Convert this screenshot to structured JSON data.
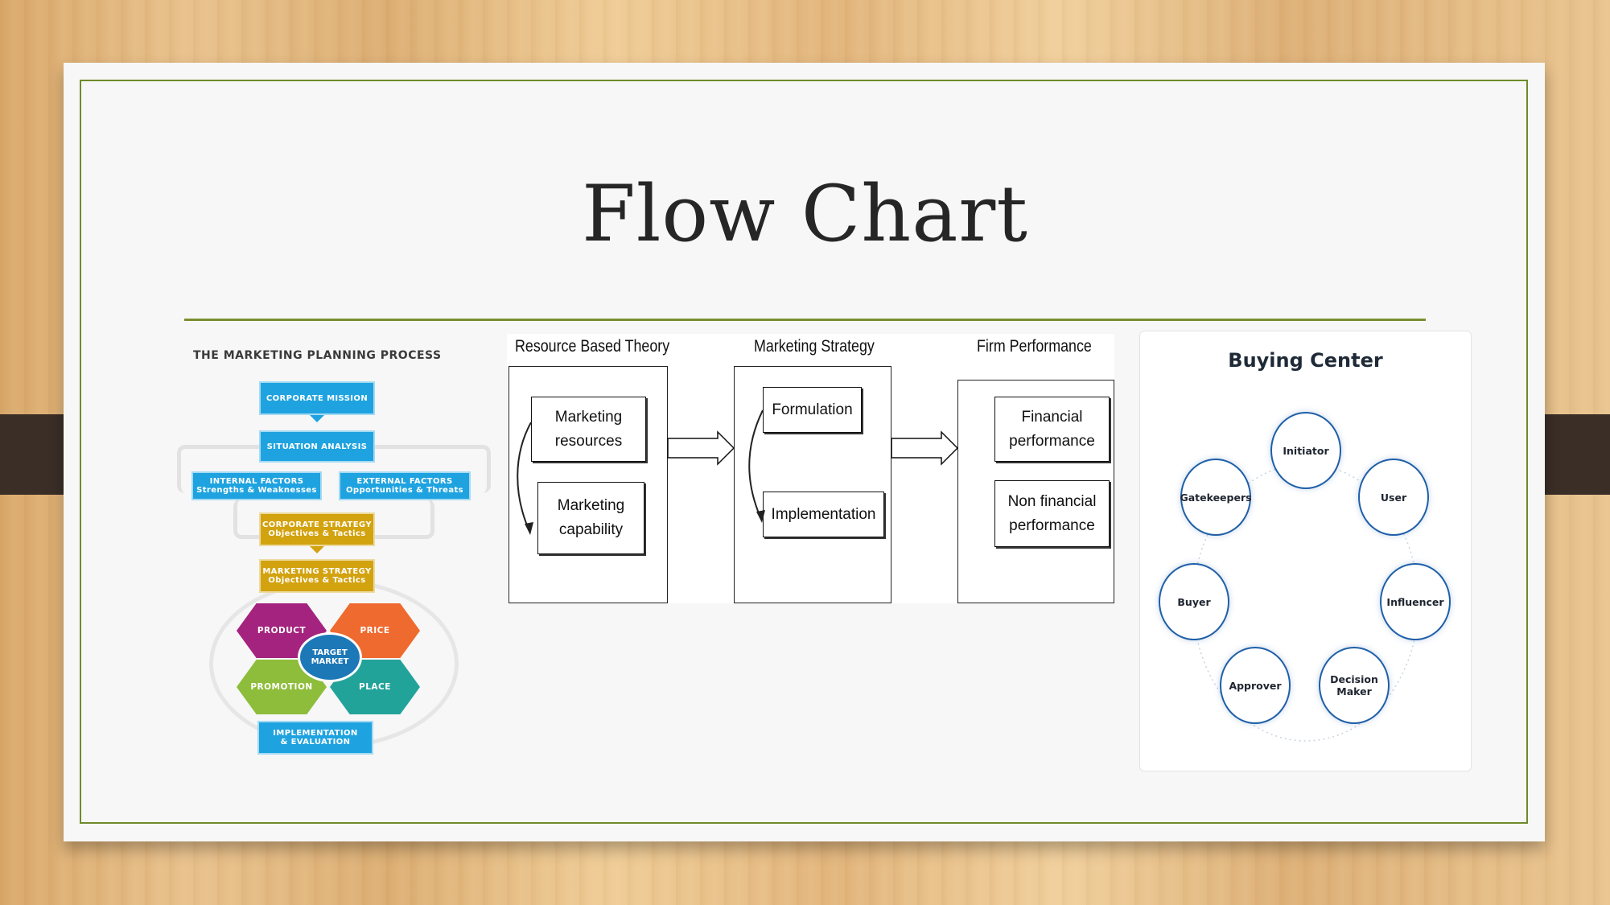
{
  "title": "Flow Chart",
  "planning_process": {
    "heading": "THE MARKETING PLANNING PROCESS",
    "corporate_mission": "CORPORATE MISSION",
    "situation_analysis": "SITUATION ANALYSIS",
    "internal_factors": "INTERNAL FACTORS",
    "internal_sub": "Strengths & Weaknesses",
    "external_factors": "EXTERNAL FACTORS",
    "external_sub": "Opportunities & Threats",
    "corporate_strategy": "CORPORATE STRATEGY",
    "corporate_strategy_sub": "Objectives & Tactics",
    "marketing_strategy": "MARKETING STRATEGY",
    "marketing_strategy_sub": "Objectives & Tactics",
    "product": "PRODUCT",
    "price": "PRICE",
    "promotion": "PROMOTION",
    "place": "PLACE",
    "target_market_1": "TARGET",
    "target_market_2": "MARKET",
    "implementation_1": "IMPLEMENTATION",
    "implementation_2": "& EVALUATION",
    "colors": {
      "blue": "#1fa3e0",
      "gold": "#d3a20f",
      "product": "#a4237e",
      "price": "#ef6a2e",
      "promotion": "#8dbd3b",
      "place": "#22a39a",
      "target": "#1d78b7"
    }
  },
  "resource_diagram": {
    "col1_head": "Resource Based Theory",
    "col2_head": "Marketing Strategy",
    "col3_head": "Firm Performance",
    "marketing_resources_1": "Marketing",
    "marketing_resources_2": "resources",
    "marketing_capability_1": "Marketing",
    "marketing_capability_2": "capability",
    "formulation": "Formulation",
    "implementation": "Implementation",
    "financial_1": "Financial",
    "financial_2": "performance",
    "nonfinancial_1": "Non financial",
    "nonfinancial_2": "performance"
  },
  "buying_center": {
    "title": "Buying Center",
    "roles": [
      "Initiator",
      "User",
      "Influencer",
      "Decision Maker",
      "Approver",
      "Buyer",
      "Gatekeepers"
    ],
    "ring_color": "#1f5fa8"
  }
}
